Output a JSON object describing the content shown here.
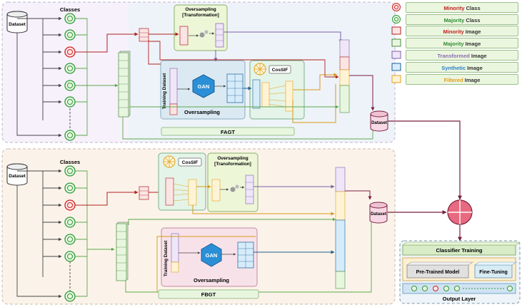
{
  "colors": {
    "minority": "#e03030",
    "majority": "#2d9a3a",
    "transformed": "#8a6cb0",
    "synthetic": "#2a8fd6",
    "filtered": "#f2b431",
    "panel_fagt": "#f3eef9",
    "panel_fbgt": "#fbf1e8",
    "arrow_dark": "#7a1f3d",
    "arrow_blue": "#1f5f8f"
  },
  "legend": [
    {
      "icon": "minority-class-icon",
      "highlight": "Minority",
      "rest": " Class",
      "color": "#c0201f"
    },
    {
      "icon": "majority-class-icon",
      "highlight": "Majority",
      "rest": " Class",
      "color": "#2d8a30"
    },
    {
      "icon": "minority-image-icon",
      "highlight": "Minority",
      "rest": " Image",
      "color": "#c0201f"
    },
    {
      "icon": "majority-image-icon",
      "highlight": "Majority",
      "rest": " Image",
      "color": "#2d8a30"
    },
    {
      "icon": "transformed-image-icon",
      "highlight": "Transformed",
      "rest": " Image",
      "color": "#8a6cb0"
    },
    {
      "icon": "synthetic-image-icon",
      "highlight": "Synthetic",
      "rest": " Image",
      "color": "#2a7fc6"
    },
    {
      "icon": "filtered-image-icon",
      "highlight": "Filtered",
      "rest": " Image",
      "color": "#e59a16"
    }
  ],
  "fagt": {
    "dataset_label": "Dataset",
    "classes_label": "Classes",
    "oversampling_transformation": [
      "Oversampling",
      "[Transformation]"
    ],
    "training_dataset": "Training Dataset",
    "gan": "GAN",
    "oversampling": "Oversampling",
    "cossif": "CosSIF",
    "output_dataset": "Dataset",
    "name": "FAGT"
  },
  "fbgt": {
    "dataset_label": "Dataset",
    "classes_label": "Classes",
    "cossif": "CosSIF",
    "oversampling_transformation": [
      "Oversampling",
      "[Transformation]"
    ],
    "training_dataset": "Training Dataset",
    "gan": "GAN",
    "oversampling": "Oversampling",
    "output_dataset": "Dataset",
    "name": "FBGT"
  },
  "classifier": {
    "training": "Classifier Training",
    "pretrained": "Pre-Trained Model",
    "finetuning": "Fine-Tuning",
    "output_layer": "Output Layer"
  }
}
